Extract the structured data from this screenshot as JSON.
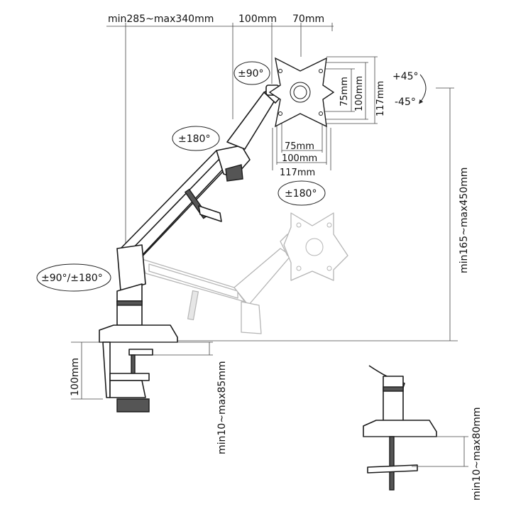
{
  "dimensions": {
    "reach_range": "min285~max340mm",
    "arm_offset": "100mm",
    "head_offset": "70mm",
    "vesa_v_small": "75mm",
    "vesa_v_mid": "100mm",
    "vesa_v_large": "117mm",
    "vesa_h_small": "75mm",
    "vesa_h_mid": "100mm",
    "vesa_h_large": "117mm",
    "height_range": "min165~max450mm",
    "clamp_height": "100mm",
    "clamp_thickness": "min10~max85mm",
    "grommet_thickness": "min10~max80mm"
  },
  "rotations": {
    "head_swivel": "±90°",
    "tilt_up": "+45°",
    "tilt_down": "-45°",
    "forearm_swivel": "±180°",
    "screen_rotate": "±180°",
    "base_swivel": "±90°/±180°"
  }
}
